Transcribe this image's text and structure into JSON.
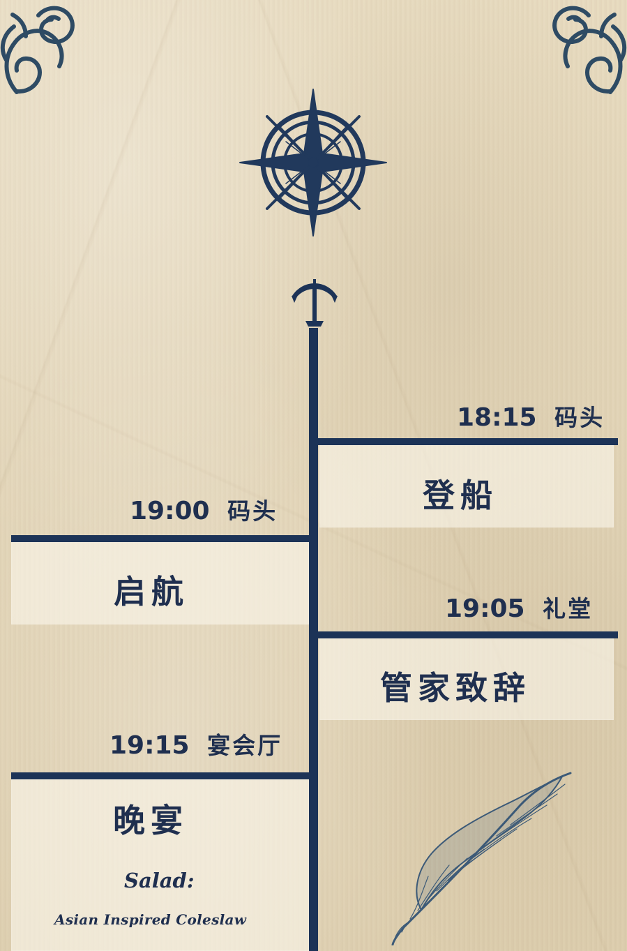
{
  "timeline": {
    "events": [
      {
        "time": "18:15",
        "location": "码头",
        "title": "登船"
      },
      {
        "time": "19:00",
        "location": "码头",
        "title": "启航"
      },
      {
        "time": "19:05",
        "location": "礼堂",
        "title": "管家致辞"
      },
      {
        "time": "19:15",
        "location": "宴会厅",
        "title": "晚宴",
        "menu": {
          "heading": "Salad:",
          "item": "Asian Inspired Coleslaw"
        }
      }
    ]
  },
  "decorations": {
    "corner_left_icon": "ornament-swirl-icon",
    "corner_right_icon": "ornament-swirl-icon",
    "compass_icon": "compass-rose-icon",
    "anchor_icon": "anchor-icon",
    "feather_icon": "feather-icon"
  },
  "colors": {
    "ink": "#1c3357",
    "paper": "#e4d6b7",
    "card": "#f3ecdc"
  }
}
